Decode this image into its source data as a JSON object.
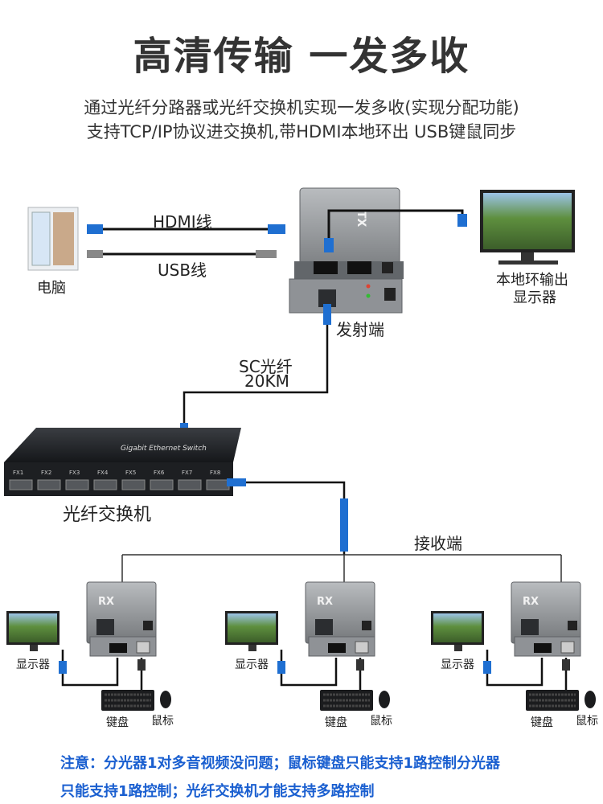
{
  "title": "高清传输 一发多收",
  "subtitle_lines": [
    "通过光纤分路器或光纤交换机实现一发多收(实现分配功能)",
    "支持TCP/IP协议进交换机,带HDMI本地环出 USB键鼠同步"
  ],
  "labels": {
    "hdmi_cable": "HDMI线",
    "usb_cable": "USB线",
    "computer": "电脑",
    "local_monitor_line1": "本地环输出",
    "local_monitor_line2": "显示器",
    "transmitter": "发射端",
    "fiber_line1": "SC光纤",
    "fiber_line2": "20KM",
    "switch": "光纤交换机",
    "receiver": "接收端",
    "display": "显示器",
    "keyboard": "键盘",
    "mouse": "鼠标"
  },
  "device_marks": {
    "tx": "TX",
    "rx": "RX",
    "switch_brand": "Gigabit Ethernet Switch",
    "ports": [
      "FX1",
      "FX2",
      "FX3",
      "FX4",
      "FX5",
      "FX6",
      "FX7",
      "FX8"
    ]
  },
  "notes": [
    "注意：分光器1对多音视频没问题；鼠标键盘只能支持1路控制分光器",
    "只能支持1路控制；光纤交换机才能支持多路控制"
  ],
  "colors": {
    "fiber_blue": "#1f6fd1",
    "note_blue": "#1a5fd0",
    "device_gray": "#8a8d90"
  }
}
